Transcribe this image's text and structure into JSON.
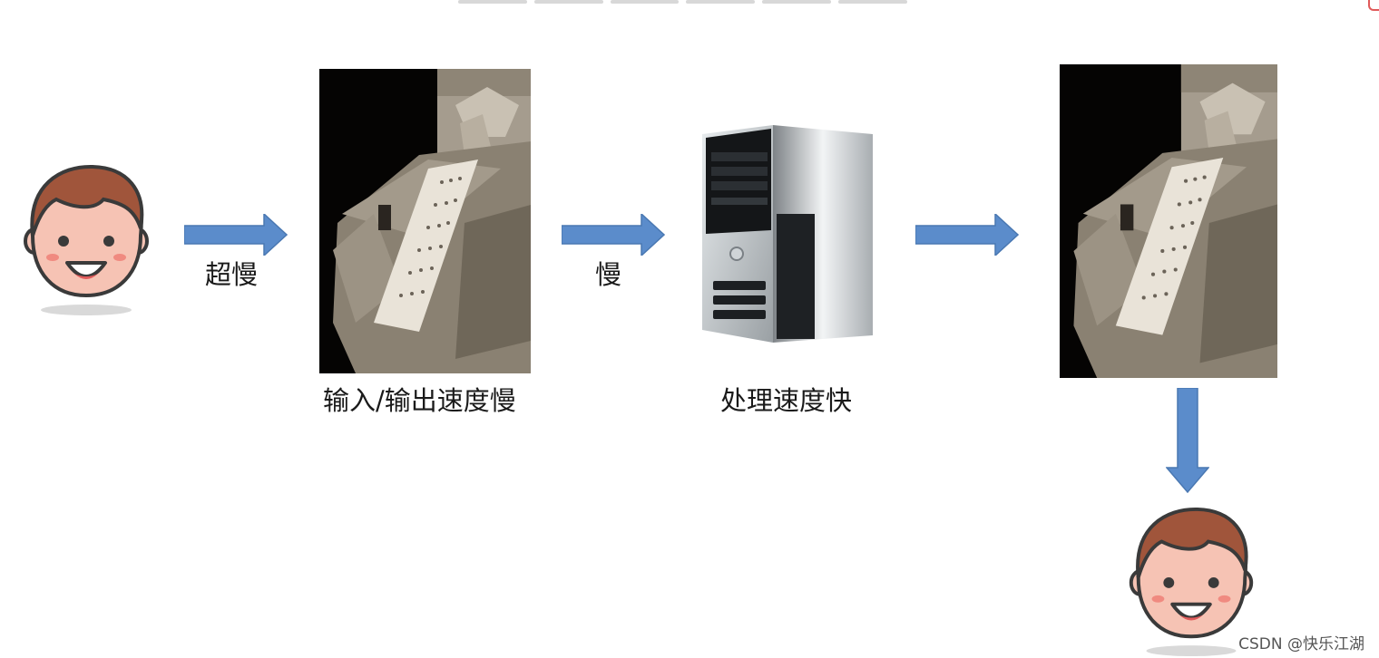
{
  "labels": {
    "super_slow": "超慢",
    "io_slow": "输入/输出速度慢",
    "slow": "慢",
    "fast": "处理速度快"
  },
  "watermark": "CSDN @快乐江湖",
  "colors": {
    "arrow": "#5b8ccb",
    "face_skin": "#f6c3b4",
    "hair": "#a0553b",
    "outline": "#3a3a3a"
  },
  "icons": [
    "user-face-icon",
    "teletype-terminal-image",
    "computer-tower-icon"
  ]
}
